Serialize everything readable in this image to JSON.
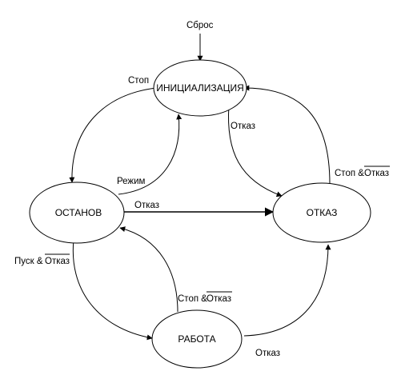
{
  "states": {
    "init": "ИНИЦИАЛИЗАЦИЯ",
    "stop": "ОСТАНОВ",
    "fault": "ОТКАЗ",
    "run": "РАБОТА"
  },
  "edges": {
    "reset": "Сброс",
    "init_to_stop": "Стоп",
    "init_to_fault": "Отказ",
    "stop_to_init": "Режим",
    "stop_to_fault": "Отказ",
    "stop_to_run_a": "Пуск &",
    "stop_to_run_b": "Отказ",
    "run_to_stop_a": "Стоп &",
    "run_to_stop_b": "Отказ",
    "run_to_fault": "Отказ",
    "fault_to_init_a": "Стоп &",
    "fault_to_init_b": "Отказ"
  }
}
